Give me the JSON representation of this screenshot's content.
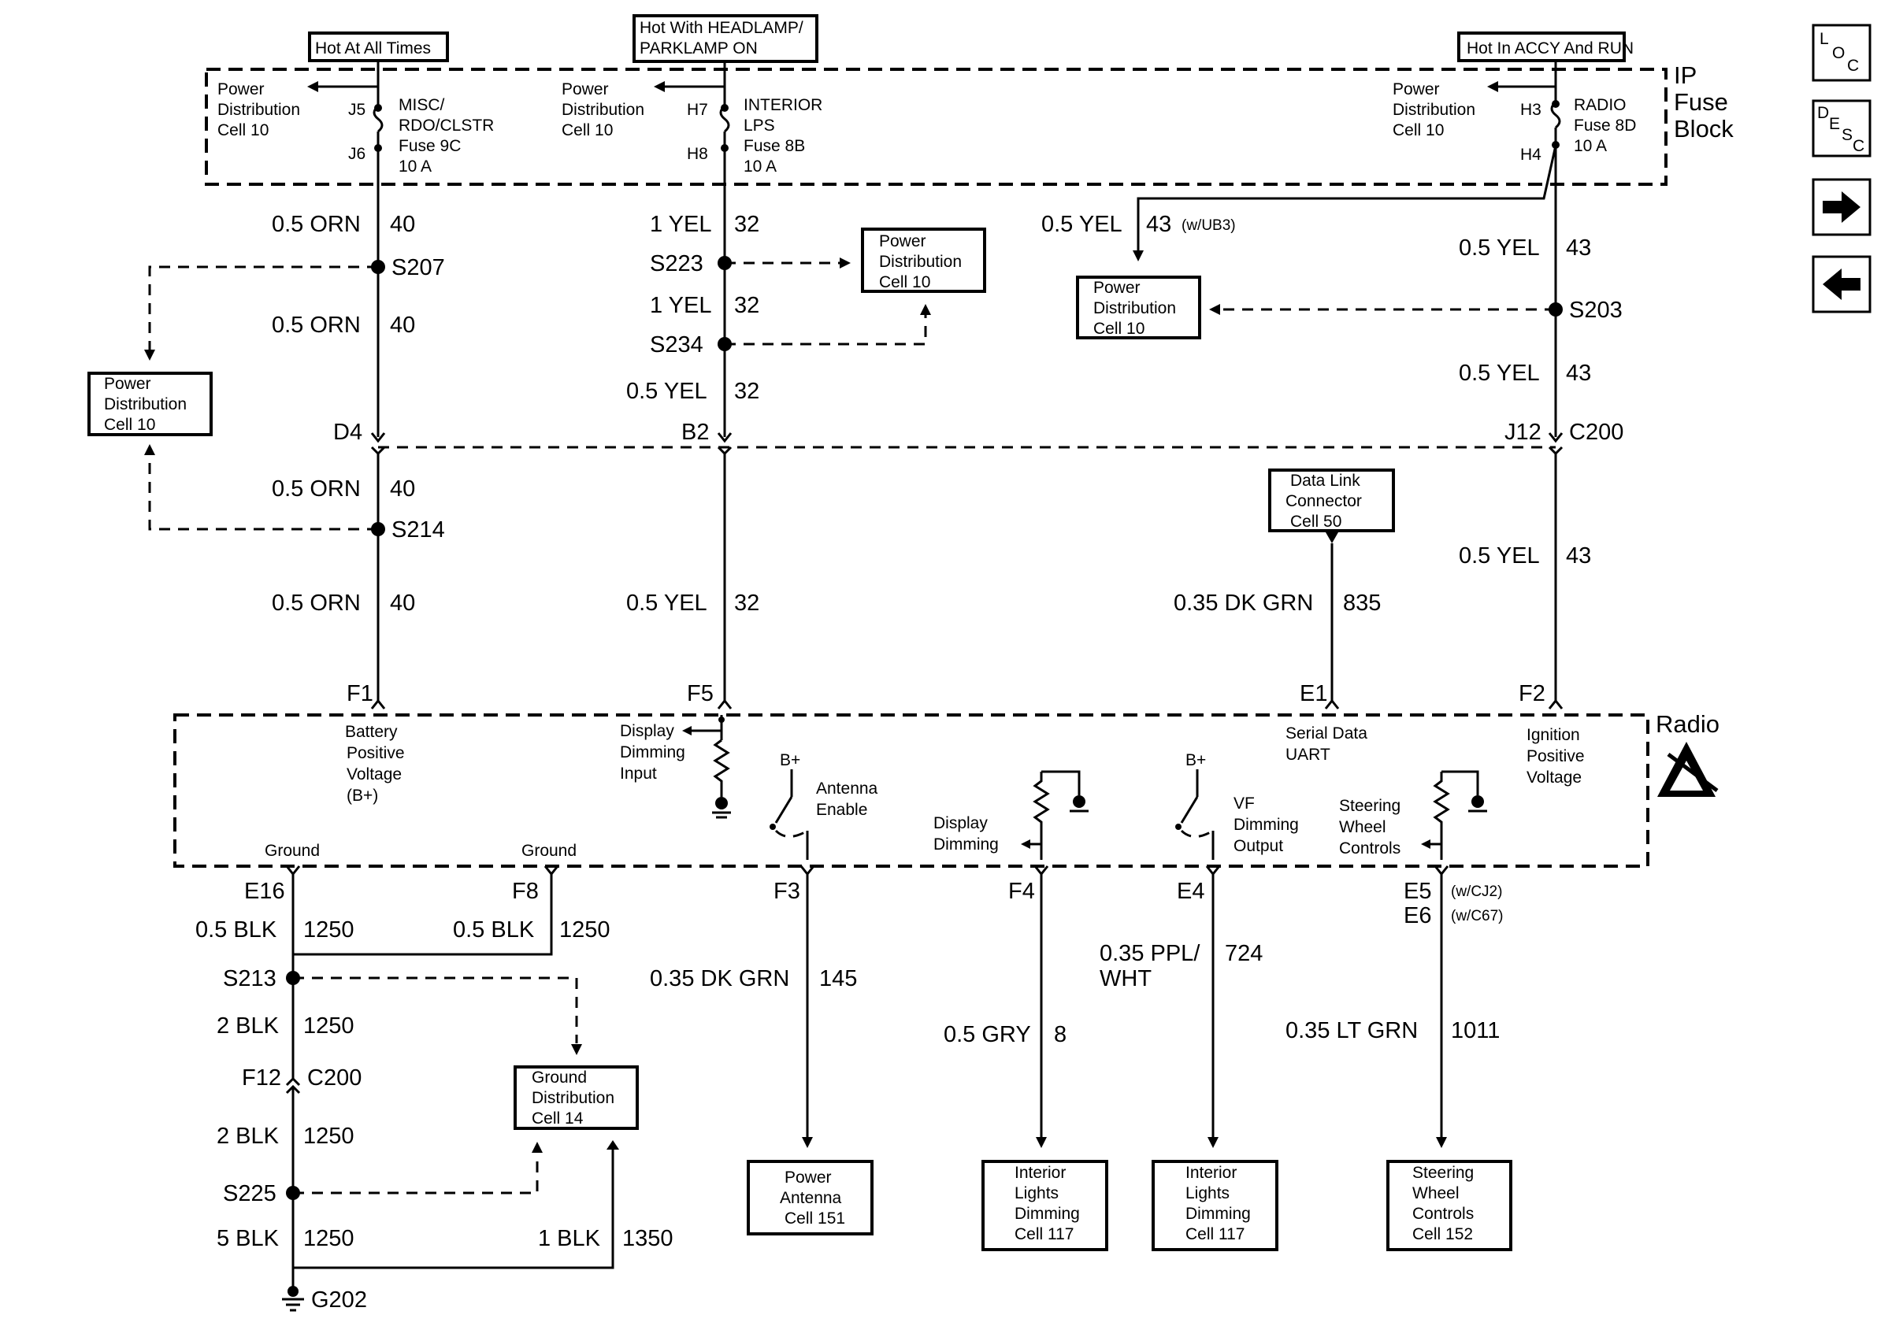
{
  "sources": {
    "hot_all": "Hot At All Times",
    "hot_headlamp_1": "Hot With HEADLAMP/",
    "hot_headlamp_2": "PARKLAMP ON",
    "hot_accy": "Hot In ACCY And RUN"
  },
  "fuse_block": {
    "l1": "IP",
    "l2": "Fuse",
    "l3": "Block"
  },
  "pdc": {
    "l1": "Power",
    "l2": "Distribution",
    "l3": "Cell 10"
  },
  "fuses": {
    "left": {
      "l1": "MISC/",
      "l2": "RDO/CLSTR",
      "l3": "Fuse 9C",
      "l4": "10 A",
      "pin_in": "J5",
      "pin_out": "J6"
    },
    "mid": {
      "l1": "INTERIOR",
      "l2": "LPS",
      "l3": "Fuse 8B",
      "l4": "10 A",
      "pin_in": "H7",
      "pin_out": "H8"
    },
    "right": {
      "l1": "RADIO",
      "l2": "Fuse 8D",
      "l3": "10 A",
      "pin_in": "H3",
      "pin_out": "H4"
    }
  },
  "wires": {
    "orn_size": "0.5 ORN",
    "orn_circ": "40",
    "yel1_size": "1 YEL",
    "yel_circ": "32",
    "yel05_size": "0.5 YEL",
    "c43": "43",
    "w_ub3": "(w/UB3)",
    "dkgrn035": "0.35 DK GRN",
    "c835": "835",
    "c145": "145",
    "blk05": "0.5 BLK",
    "c1250": "1250",
    "blk2": "2 BLK",
    "blk5": "5 BLK",
    "blk1": "1 BLK",
    "c1350": "1350",
    "gry": "0.5 GRY",
    "c8": "8",
    "ppl1": "0.35 PPL/",
    "ppl2": "WHT",
    "c724": "724",
    "ltgrn": "0.35 LT GRN",
    "c1011": "1011"
  },
  "splices": {
    "s207": "S207",
    "s223": "S223",
    "s234": "S234",
    "s203": "S203",
    "s214": "S214",
    "s213": "S213",
    "s225": "S225"
  },
  "connectors": {
    "d4": "D4",
    "b2": "B2",
    "j12": "J12",
    "c200": "C200",
    "f1": "F1",
    "f5": "F5",
    "e1": "E1",
    "f2": "F2",
    "e16": "E16",
    "f8": "F8",
    "f3": "F3",
    "f4": "F4",
    "e4": "E4",
    "e5": "E5",
    "e6": "E6",
    "w_cj2": "(w/CJ2)",
    "w_c67": "(w/C67)",
    "f12": "F12",
    "g202": "G202"
  },
  "dlc": {
    "l1": "Data Link",
    "l2": "Connector",
    "l3": "Cell 50"
  },
  "radio": {
    "title": "Radio",
    "bat": {
      "l1": "Battery",
      "l2": "Positive",
      "l3": "Voltage",
      "l4": "(B+)"
    },
    "dim_in": {
      "l1": "Display",
      "l2": "Dimming",
      "l3": "Input"
    },
    "bplus": "B+",
    "ant": {
      "l1": "Antenna",
      "l2": "Enable"
    },
    "disp_dim": {
      "l1": "Display",
      "l2": "Dimming"
    },
    "vf": {
      "l1": "VF",
      "l2": "Dimming",
      "l3": "Output"
    },
    "swc": {
      "l1": "Steering",
      "l2": "Wheel",
      "l3": "Controls"
    },
    "serial": {
      "l1": "Serial Data",
      "l2": "UART"
    },
    "ign": {
      "l1": "Ignition",
      "l2": "Positive",
      "l3": "Voltage"
    },
    "ground": "Ground"
  },
  "gdc": {
    "l1": "Ground",
    "l2": "Distribution",
    "l3": "Cell 14"
  },
  "dest": {
    "ant": {
      "l1": "Power",
      "l2": "Antenna",
      "l3": "Cell 151"
    },
    "ild": {
      "l1": "Interior",
      "l2": "Lights",
      "l3": "Dimming",
      "l4": "Cell 117"
    },
    "swc": {
      "l1": "Steering",
      "l2": "Wheel",
      "l3": "Controls",
      "l4": "Cell 152"
    }
  },
  "nav": {
    "loc_l": "L",
    "loc_o": "O",
    "loc_c": "C",
    "desc_d": "D",
    "desc_e": "E",
    "desc_s": "S",
    "desc_c": "C"
  }
}
